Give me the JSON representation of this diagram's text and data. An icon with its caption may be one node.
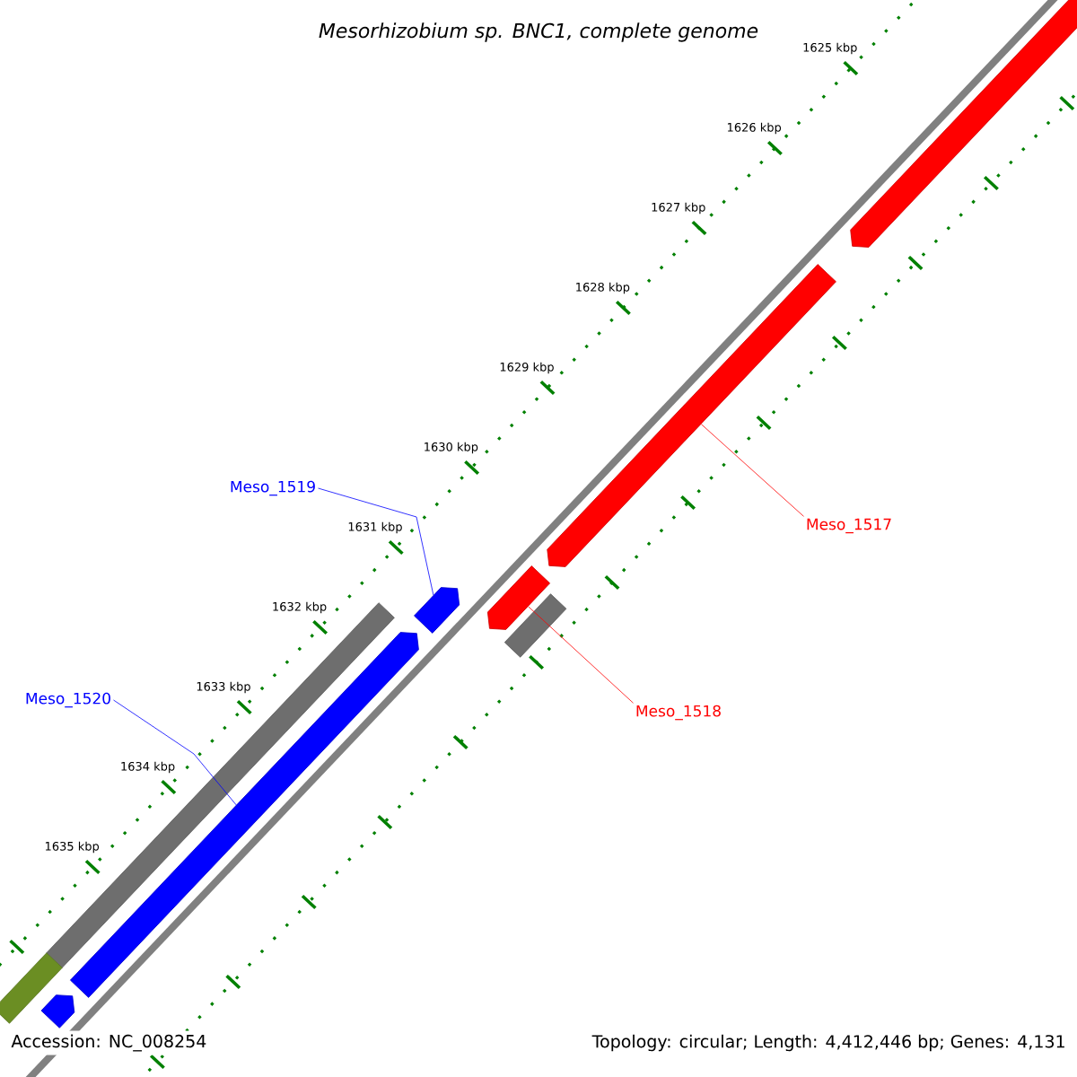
{
  "diagram": {
    "title": "Mesorhizobium sp. BNC1, complete genome",
    "nodes": [
      {
        "text": [
          "Meso_1519"
        ]
      },
      {
        "text": [
          "Meso_1520"
        ]
      },
      {
        "text": [
          "Meso_1517"
        ]
      },
      {
        "text": [
          "Meso_1518"
        ]
      },
      {
        "text": [],
        "shape": "arrow"
      },
      {
        "text": [],
        "shape": "arrow"
      },
      {
        "text": [],
        "shape": "arrow"
      },
      {
        "text": [],
        "shape": "arrow"
      },
      {
        "text": [],
        "shape": "bar"
      },
      {
        "text": [],
        "shape": "bar"
      },
      {
        "text": [],
        "shape": "arrow"
      },
      {
        "text": [],
        "shape": "bar"
      },
      {
        "text": [],
        "shape": "arrow"
      }
    ],
    "edges": [
      {
        "from": 0,
        "to": 7,
        "arrow": "none",
        "color": "#0000ff"
      },
      {
        "from": 1,
        "to": 10,
        "arrow": "none",
        "color": "#0000ff"
      },
      {
        "from": 2,
        "to": 5,
        "arrow": "none",
        "color": "#ff0000"
      },
      {
        "from": 3,
        "to": 6,
        "arrow": "none",
        "color": "#ff0000"
      }
    ],
    "labels": [
      "1625 kbp",
      "1626 kbp",
      "1627 kbp",
      "1628 kbp",
      "1629 kbp",
      "1630 kbp",
      "1631 kbp",
      "1632 kbp",
      "1633 kbp",
      "1634 kbp",
      "1635 kbp",
      "Accession: NC_008254",
      "Topology: circular; Length: 4,412,446 bp; Genes: 4,131"
    ]
  }
}
